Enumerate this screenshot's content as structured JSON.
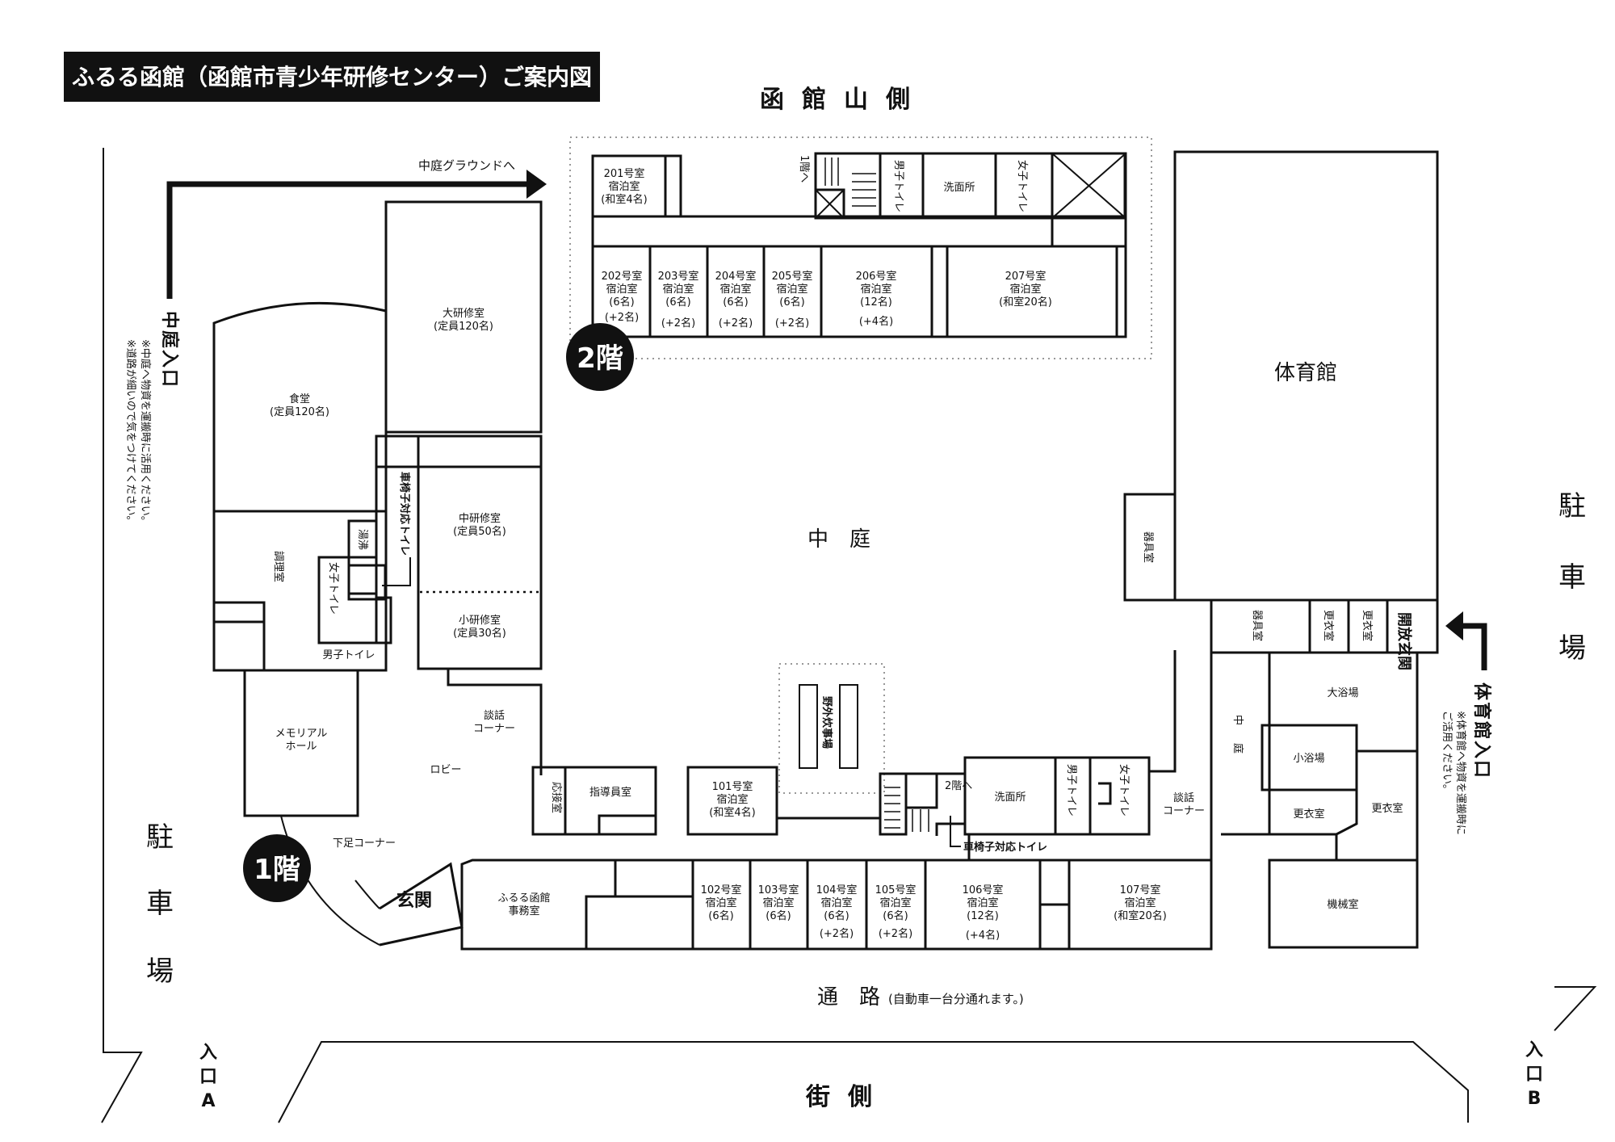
{
  "title": "ふるる函館（函館市青少年研修センター）ご案内図",
  "sides": {
    "top": "函館山側",
    "bottom": "街側",
    "parking_left": "駐車場",
    "parking_right": "駐車場",
    "road": "通　路",
    "road_note": "(自動車一台分通れます。)"
  },
  "entrances": {
    "a": "入口A",
    "b": "入口B",
    "courtyard_entrance": "中庭入口",
    "courtyard_note_1": "※中庭へ物資を運搬時に活用ください。",
    "courtyard_note_2": "※道路が細いので気をつけてください。",
    "to_ground": "中庭グラウンドへ",
    "gym_entrance": "体育館入口",
    "gym_note_1": "※体育館へ物資を運搬時に",
    "gym_note_2": "ご活用ください。"
  },
  "floors": {
    "first": "1階",
    "second": "2階"
  },
  "second_floor": {
    "r201": [
      "201号室",
      "宿泊室",
      "(和室4名)"
    ],
    "r202": [
      "202号室",
      "宿泊室",
      "(6名)",
      "(+2名)"
    ],
    "r203": [
      "203号室",
      "宿泊室",
      "(6名)",
      "(+2名)"
    ],
    "r204": [
      "204号室",
      "宿泊室",
      "(6名)",
      "(+2名)"
    ],
    "r205": [
      "205号室",
      "宿泊室",
      "(6名)",
      "(+2名)"
    ],
    "r206": [
      "206号室",
      "宿泊室",
      "(12名)",
      "(+4名)"
    ],
    "r207": [
      "207号室",
      "宿泊室",
      "(和室20名)"
    ],
    "to_1f": "1階へ",
    "mens_toilet": "男子トイレ",
    "washroom": "洗面所",
    "womens_toilet": "女子トイレ"
  },
  "west_wing": {
    "large_training": [
      "大研修室",
      "(定員120名)"
    ],
    "dining": [
      "食堂",
      "(定員120名)"
    ],
    "kitchen": "調理室",
    "hot_water": "湯沸",
    "womens_toilet": "女子トイレ",
    "mens_toilet": "男子トイレ",
    "wheelchair_toilet": "車椅子対応トイレ",
    "medium_training": [
      "中研修室",
      "(定員50名)"
    ],
    "small_training": [
      "小研修室",
      "(定員30名)"
    ],
    "memorial_hall": [
      "メモリアル",
      "ホール"
    ],
    "lounge": [
      "談話",
      "コーナー"
    ],
    "lobby": "ロビー",
    "shoe_corner": "下足コーナー",
    "entrance_hall": "玄関",
    "office": [
      "ふるる函館",
      "事務室"
    ]
  },
  "courtyard": {
    "label": "中　庭",
    "outdoor_cooking": "野外炊事場"
  },
  "first_floor": {
    "reception": "応接室",
    "instructors": "指導員室",
    "r101": [
      "101号室",
      "宿泊室",
      "(和室4名)"
    ],
    "r102": [
      "102号室",
      "宿泊室",
      "(6名)"
    ],
    "r103": [
      "103号室",
      "宿泊室",
      "(6名)"
    ],
    "r104": [
      "104号室",
      "宿泊室",
      "(6名)",
      "(+2名)"
    ],
    "r105": [
      "105号室",
      "宿泊室",
      "(6名)",
      "(+2名)"
    ],
    "r106": [
      "106号室",
      "宿泊室",
      "(12名)",
      "(+4名)"
    ],
    "r107": [
      "107号室",
      "宿泊室",
      "(和室20名)"
    ],
    "to_2f": "2階へ",
    "washroom": "洗面所",
    "mens_toilet": "男子トイレ",
    "womens_toilet": "女子トイレ",
    "wheelchair_toilet": "車椅子対応トイレ",
    "lounge": [
      "談話",
      "コーナー"
    ]
  },
  "east_wing": {
    "gym": "体育館",
    "equipment_1": "器具室",
    "equipment_2": "器具室",
    "changing_1": "更衣室",
    "changing_2": "更衣室",
    "open_entrance": "開放玄関",
    "inner_court": "中庭",
    "large_bath": "大浴場",
    "small_bath": "小浴場",
    "changing_room_a": "更衣室",
    "changing_room_b": "更衣室",
    "machine_room": "機械室"
  }
}
